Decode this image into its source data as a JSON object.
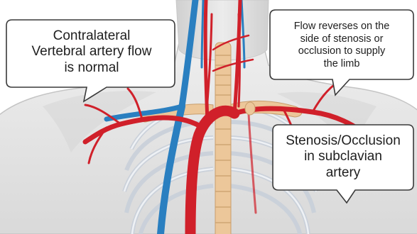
{
  "callouts": {
    "normal_flow": {
      "lines": [
        "Contralateral",
        "Vertebral artery flow",
        "is normal"
      ]
    },
    "reverse_flow": {
      "lines": [
        "Flow reverses on the",
        "side of stenosis or",
        "occlusion to supply",
        "the limb"
      ]
    },
    "stenosis": {
      "lines": [
        "Stenosis/Occlusion",
        "in subclavian",
        "artery"
      ]
    }
  },
  "colors": {
    "artery": "#d0202a",
    "vein": "#2a7fc0",
    "bone": "#ecc79a",
    "skin": "#e6e6e6",
    "ribs": "#dde2ea"
  }
}
